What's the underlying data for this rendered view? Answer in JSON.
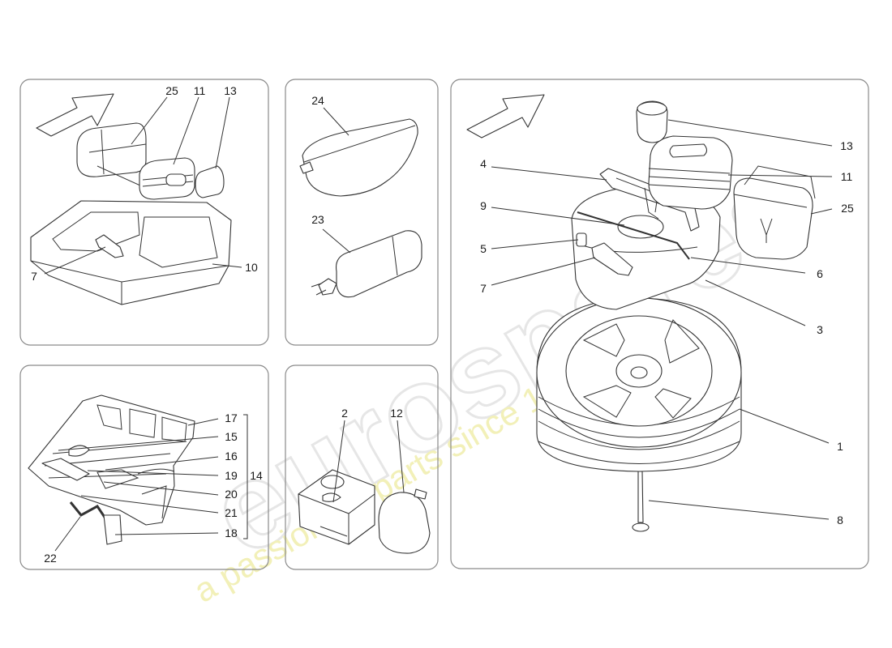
{
  "watermark": {
    "brand": "eurospares",
    "tagline": "a passion for parts since 1985"
  },
  "callouts": {
    "c25a": "25",
    "c11a": "11",
    "c13a": "13",
    "c7a": "7",
    "c10": "10",
    "c24": "24",
    "c23": "23",
    "c17": "17",
    "c15": "15",
    "c16": "16",
    "c19": "19",
    "c14": "14",
    "c20": "20",
    "c21": "21",
    "c18": "18",
    "c22": "22",
    "c2": "2",
    "c12": "12",
    "c13b": "13",
    "c4": "4",
    "c11b": "11",
    "c9": "9",
    "c25b": "25",
    "c5": "5",
    "c6": "6",
    "c7b": "7",
    "c3": "3",
    "c1": "1",
    "c8": "8"
  }
}
